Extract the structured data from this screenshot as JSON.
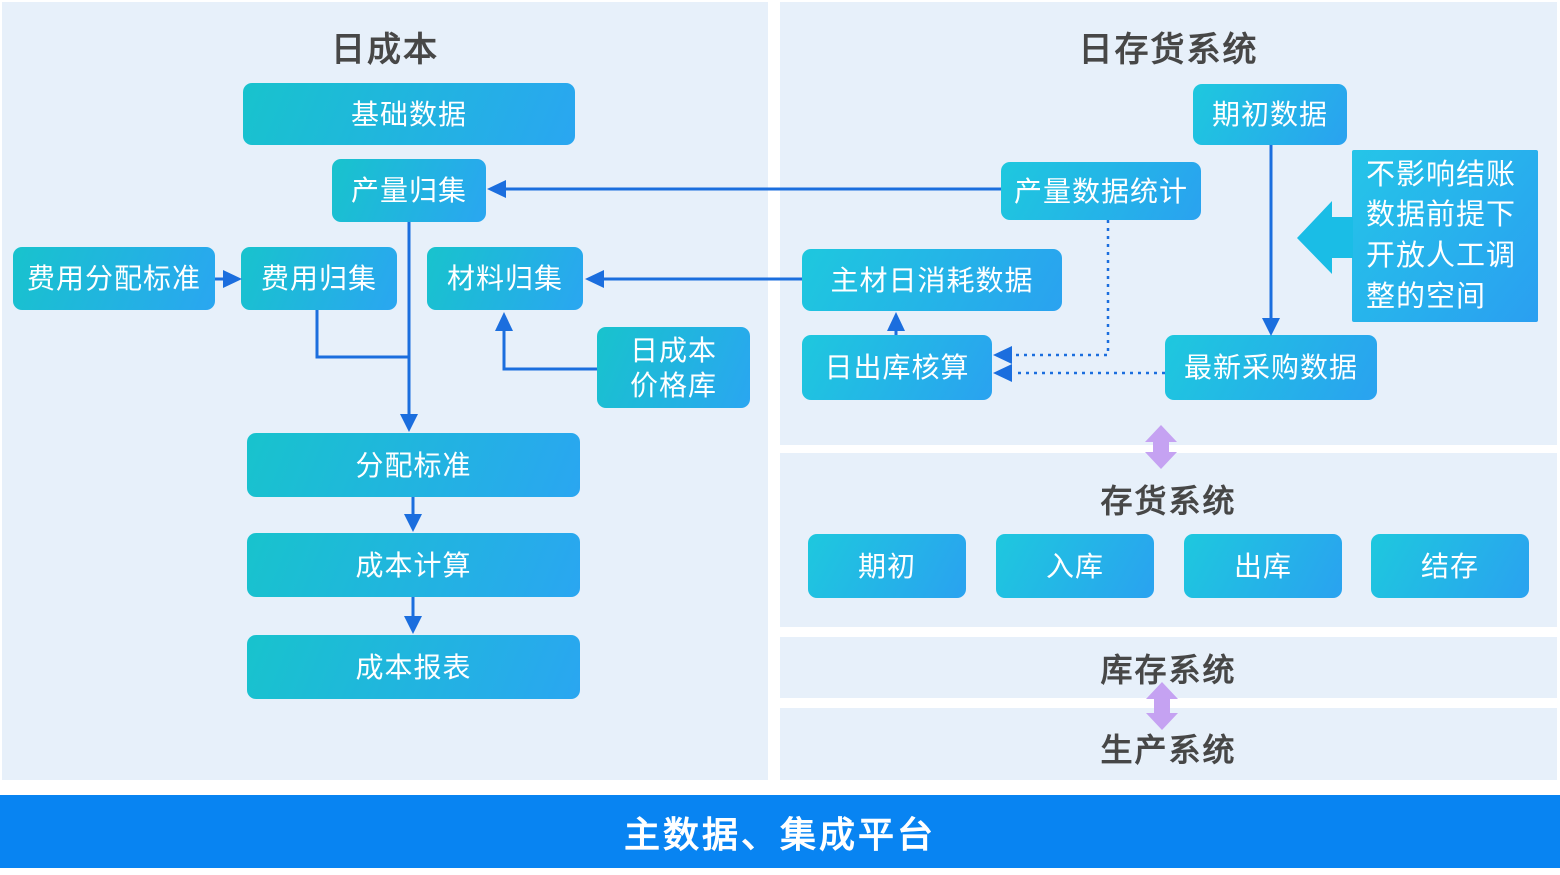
{
  "left": {
    "title": "日成本",
    "basic_data": "基础数据",
    "output_collection": "产量归集",
    "expense_alloc_standard": "费用分配标准",
    "expense_collection": "费用归集",
    "material_collection": "材料归集",
    "daily_cost_price_db": "日成本 价格库",
    "alloc_standard": "分配标准",
    "cost_calc": "成本计算",
    "cost_report": "成本报表"
  },
  "right": {
    "title": "日存货系统",
    "opening_data": "期初数据",
    "output_stats": "产量数据统计",
    "note": "不影响结账数据前提下开放人工调整的空间",
    "material_daily_consumption": "主材日消耗数据",
    "daily_outbound_accounting": "日出库核算",
    "latest_purchase_data": "最新采购数据"
  },
  "inventory": {
    "title": "存货系统",
    "opening": "期初",
    "inbound": "入库",
    "outbound": "出库",
    "balance": "结存"
  },
  "warehouse": {
    "title": "库存系统"
  },
  "production": {
    "title": "生产系统"
  },
  "platform": {
    "title": "主数据、集成平台"
  },
  "colors": {
    "panel_bg": "#e7f0fa",
    "box_gradient_start": "#18c3cd",
    "box_gradient_end": "#2aa6f1",
    "connector_blue": "#1b6ede",
    "purple_arrow": "#c5a2f2",
    "bottom_bar_blue": "#0884f2",
    "note_arrow_cyan": "#1abde6"
  }
}
